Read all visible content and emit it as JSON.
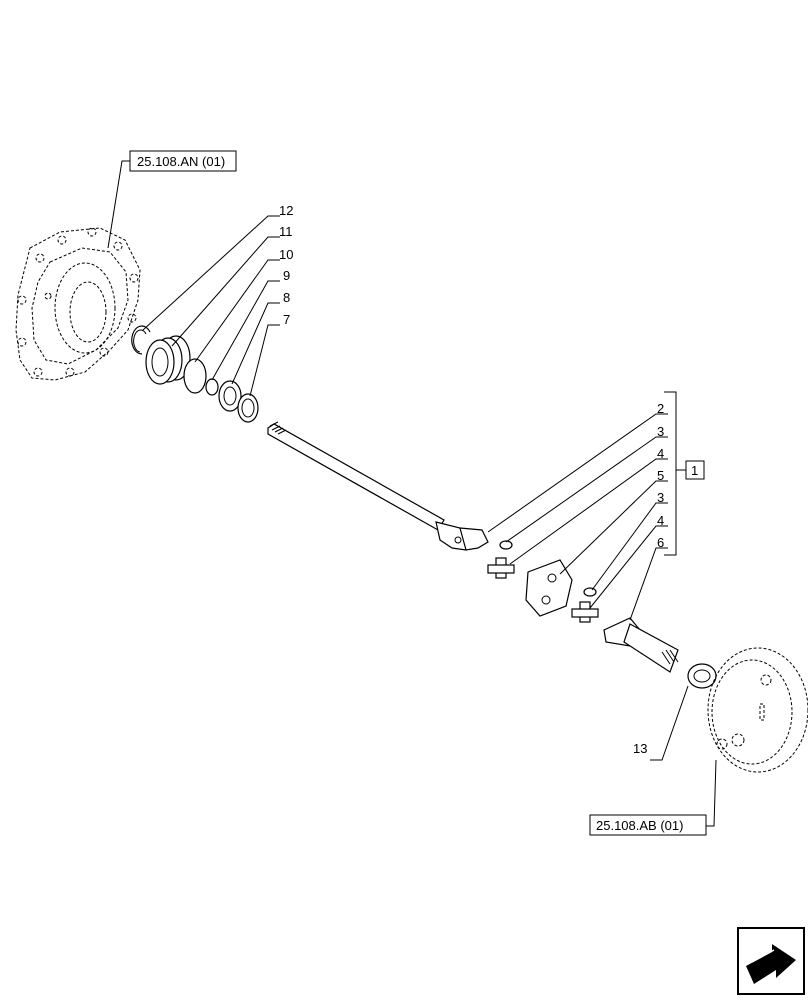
{
  "references": {
    "top_ref": "25.108.AN (01)",
    "bottom_ref": "25.108.AB (01)"
  },
  "callouts": {
    "c12": "12",
    "c11": "11",
    "c10": "10",
    "c9": "9",
    "c8": "8",
    "c7": "7",
    "c2": "2",
    "c3a": "3",
    "c4a": "4",
    "c5": "5",
    "c3b": "3",
    "c4b": "4",
    "c6": "6",
    "c13": "13",
    "group": "1"
  },
  "icons": {
    "nav": "next-page-arrow-icon"
  }
}
